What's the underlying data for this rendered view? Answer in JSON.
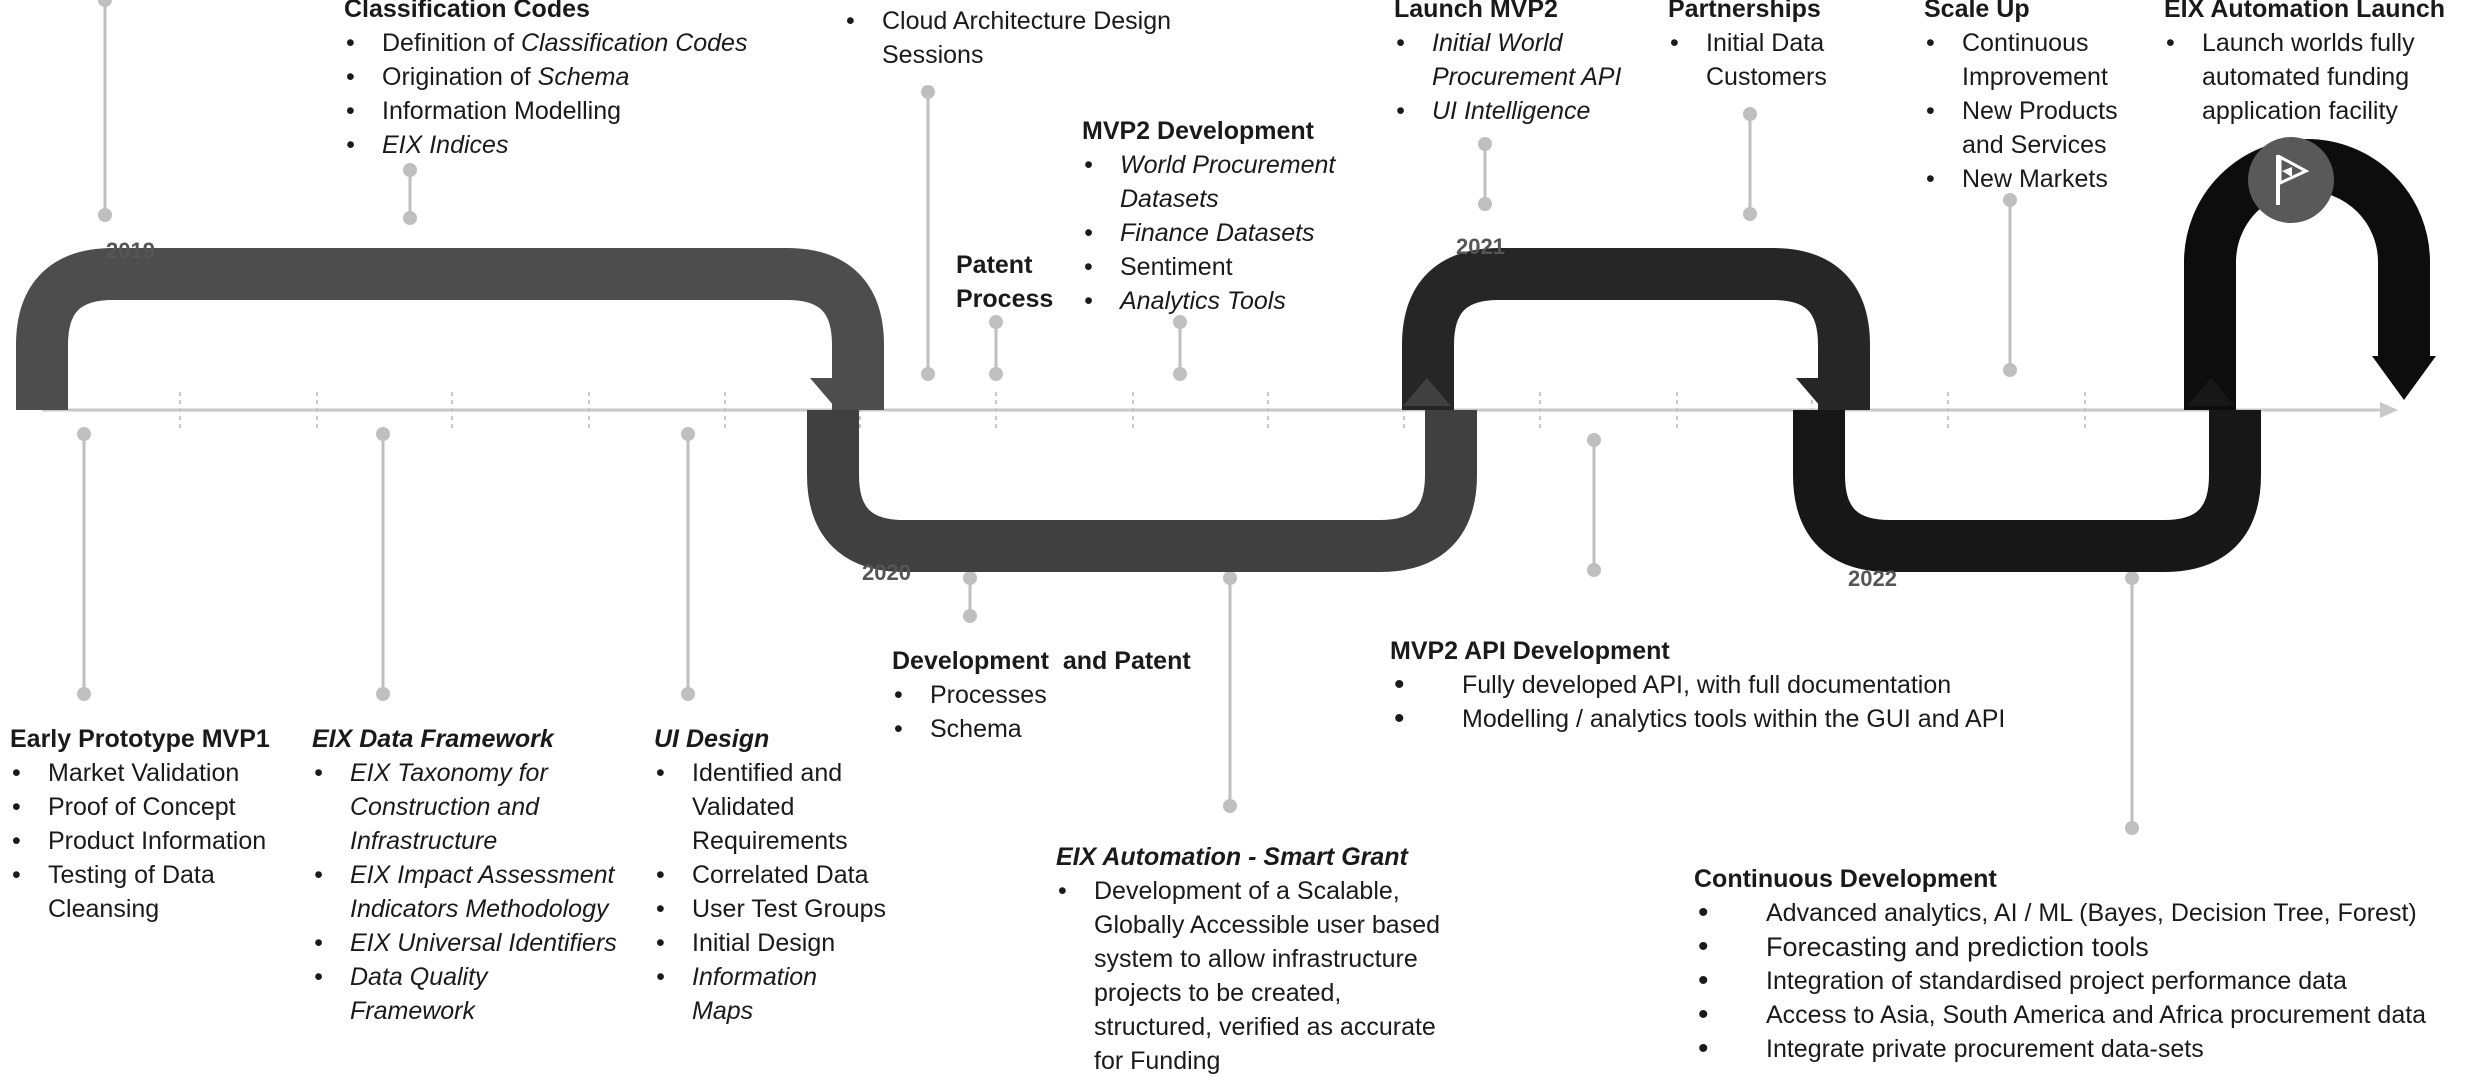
{
  "years": [
    "2019",
    "2020",
    "2021",
    "2022"
  ],
  "colors": {
    "track_2019": "#4d4d4d",
    "track_2020": "#404040",
    "track_2021": "#262626",
    "track_2022": "#171717",
    "track_final": "#0d0d0d",
    "axis": "#c8c8c8",
    "pin": "#bfbfbf",
    "flag_circle": "#595959"
  },
  "milestones": {
    "early_prototype": {
      "title": "Early Prototype MVP1",
      "items": [
        "Market Validation",
        "Proof of Concept",
        "Product Information",
        "Testing of Data Cleansing"
      ]
    },
    "data_framework": {
      "title": "EIX Data Framework",
      "items": [
        "EIX Taxonomy for Construction and Infrastructure",
        "EIX Impact Assessment Indicators Methodology",
        "EIX Universal Identifiers",
        "Data Quality Framework"
      ]
    },
    "ui_design": {
      "title": "UI Design",
      "items": [
        "Identified and Validated Requirements",
        "Correlated Data",
        "User Test Groups",
        "Initial Design",
        "Information Maps"
      ]
    },
    "classification_codes": {
      "title": "Classification Codes",
      "items": [
        "Definition of ",
        "Classification Codes",
        "Origination of ",
        "Schema",
        "Information Modelling",
        "EIX Indices"
      ]
    },
    "cloud_architecture": {
      "items": [
        "Cloud Architecture Design Sessions"
      ]
    },
    "patent_process": {
      "title": "Patent Process"
    },
    "mvp2_development": {
      "title": "MVP2 Development",
      "items": [
        "World Procurement Datasets",
        "Finance Datasets",
        "Sentiment",
        "Analytics Tools"
      ]
    },
    "development_patent": {
      "title": "Development  and Patent",
      "items": [
        "Processes",
        "Schema"
      ]
    },
    "smart_grant": {
      "title": "EIX Automation - Smart Grant",
      "items": [
        "Development of a Scalable, Globally Accessible user based system to allow infrastructure projects to be created, structured, verified as accurate for Funding"
      ]
    },
    "launch_mvp2": {
      "title": "Launch MVP2",
      "items": [
        "Initial World Procurement API",
        "UI Intelligence"
      ]
    },
    "partnerships": {
      "title": "Partnerships",
      "items": [
        "Initial Data Customers"
      ]
    },
    "mvp2_api": {
      "title": "MVP2 API Development",
      "items": [
        "Fully developed API, with full documentation",
        "Modelling / analytics tools within the GUI and API"
      ]
    },
    "scale_up": {
      "title": "Scale Up",
      "items": [
        "Continuous Improvement",
        "New Products and Services",
        "New Markets"
      ]
    },
    "automation_launch": {
      "title": "EIX Automation Launch",
      "items": [
        "Launch worlds fully automated funding application facility"
      ]
    },
    "continuous_development": {
      "title": "Continuous Development",
      "items": [
        "Advanced analytics, AI / ML (Bayes, Decision Tree, Forest)",
        "Forecasting and prediction tools",
        "Integration of standardised project performance data",
        "Access to Asia, South America and Africa procurement data",
        "Integrate private procurement data-sets"
      ]
    }
  }
}
